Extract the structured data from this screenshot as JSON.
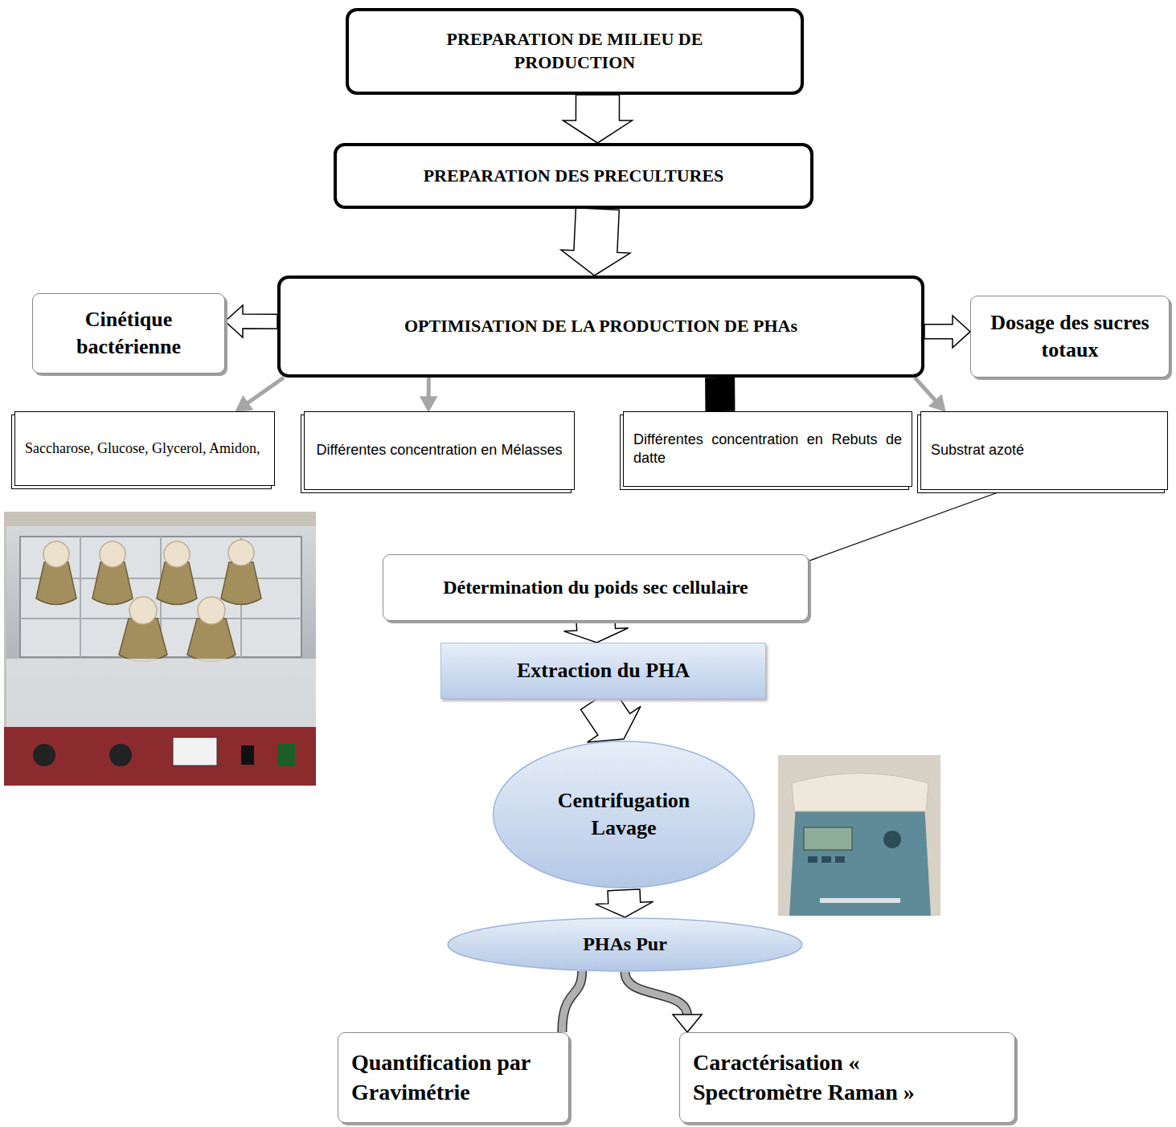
{
  "diagram": {
    "nodes": [
      {
        "text": [
          "PREPARATION DE MILIEU DE PRODUCTION"
        ]
      },
      {
        "text": [
          "PREPARATION DES PRECULTURES"
        ]
      },
      {
        "text": [
          "Cinétique bactérienne"
        ]
      },
      {
        "text": [
          "OPTIMISATION DE LA PRODUCTION DE PHAs"
        ]
      },
      {
        "text": [
          "Dosage des sucres totaux"
        ]
      },
      {
        "text": [
          "Saccharose, Glucose, Glycerol, Amidon,"
        ]
      },
      {
        "text": [
          "Différentes concentration en Mélasses"
        ]
      },
      {
        "text": [
          "Différentes concentration en Rebuts de datte"
        ]
      },
      {
        "text": [
          "Substrat azoté"
        ]
      },
      {
        "text": [
          "Détermination du poids sec cellulaire"
        ]
      },
      {
        "text": [
          "Extraction du PHA"
        ]
      },
      {
        "text": [
          "Centrifugation Lavage"
        ]
      },
      {
        "text": [
          "PHAs Pur"
        ]
      },
      {
        "text": [
          "Quantification par Gravimétrie"
        ]
      },
      {
        "text": [
          "Caractérisation « Spectromètre Raman »"
        ]
      }
    ],
    "edges": [
      {
        "from": 0,
        "to": 1,
        "arrow": "to"
      },
      {
        "from": 1,
        "to": 3,
        "arrow": "to"
      },
      {
        "from": 3,
        "to": 2,
        "arrow": "to"
      },
      {
        "from": 3,
        "to": 4,
        "arrow": "to"
      },
      {
        "from": 3,
        "to": 5,
        "arrow": "to"
      },
      {
        "from": 3,
        "to": 6,
        "arrow": "to"
      },
      {
        "from": 3,
        "to": 7,
        "arrow": "none"
      },
      {
        "from": 3,
        "to": 8,
        "arrow": "to"
      },
      {
        "from": 8,
        "to": 9,
        "arrow": "none"
      },
      {
        "from": 9,
        "to": 10,
        "arrow": "to"
      },
      {
        "from": 10,
        "to": 11,
        "arrow": "to"
      },
      {
        "from": 11,
        "to": 12,
        "arrow": "to"
      },
      {
        "from": 12,
        "to": 13,
        "arrow": "none"
      },
      {
        "from": 12,
        "to": 14,
        "arrow": "to"
      }
    ]
  }
}
